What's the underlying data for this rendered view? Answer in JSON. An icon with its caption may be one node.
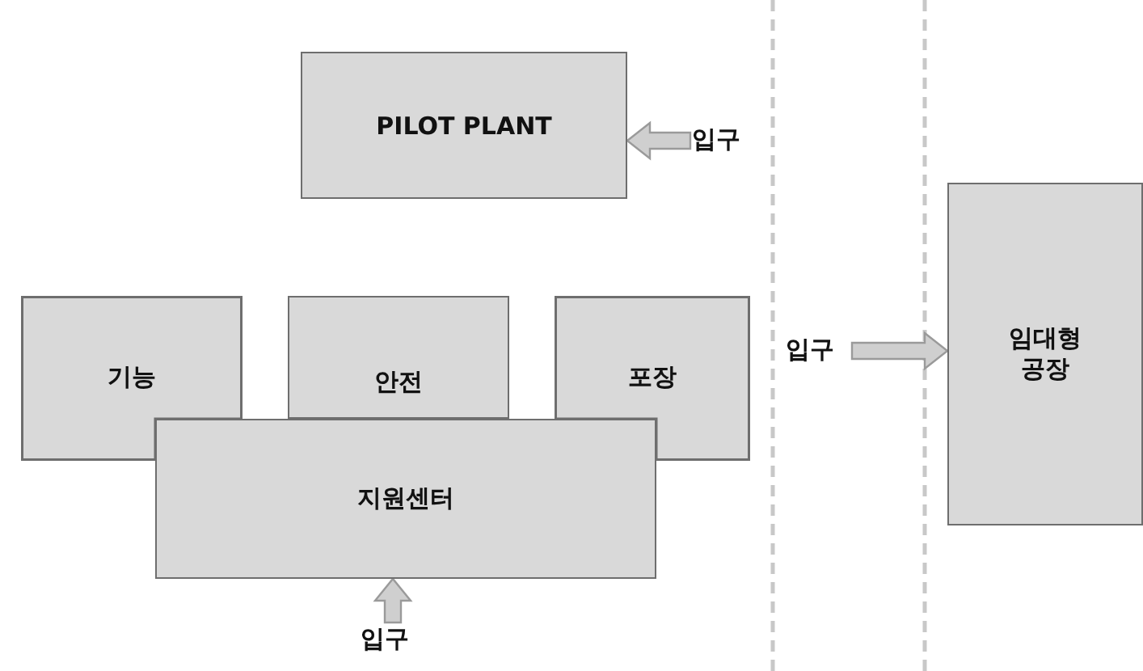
{
  "diagram": {
    "nodes": [
      {
        "text": [
          "PILOT PLANT"
        ]
      },
      {
        "text": [
          "입구"
        ]
      },
      {
        "text": [
          "기능"
        ]
      },
      {
        "text": [
          "안전"
        ]
      },
      {
        "text": [
          "포장"
        ]
      },
      {
        "text": [
          "입구"
        ]
      },
      {
        "text": [
          "임대형 공장"
        ]
      },
      {
        "text": [
          "지원센터"
        ]
      },
      {
        "text": [
          "입구"
        ]
      }
    ],
    "edges": [
      {
        "from": 1,
        "to": 0,
        "arrow": "to"
      },
      {
        "from": 5,
        "to": 6,
        "arrow": "to"
      },
      {
        "from": 8,
        "to": 7,
        "arrow": "to"
      }
    ]
  }
}
